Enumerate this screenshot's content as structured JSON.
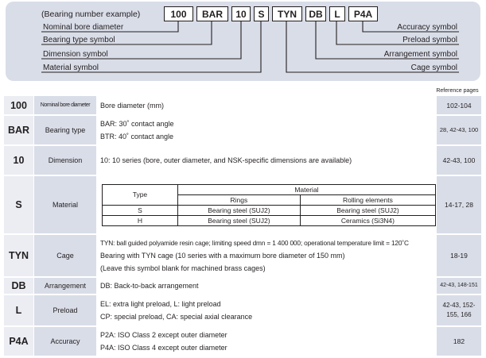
{
  "example": {
    "title": "(Bearing number example)",
    "codes": [
      "100",
      "BAR",
      "10",
      "S",
      "TYN",
      "DB",
      "L",
      "P4A"
    ],
    "left_labels": [
      "Nominal bore diameter",
      "Bearing type symbol",
      "Dimension symbol",
      "Material symbol"
    ],
    "right_labels": [
      "Accuracy symbol",
      "Preload symbol",
      "Arrangement symbol",
      "Cage symbol"
    ]
  },
  "ref_header": "Reference pages",
  "rows": [
    {
      "code": "100",
      "name": "Nominal bore diameter",
      "lines": [
        "Bore diameter (mm)"
      ],
      "ref": "102-104"
    },
    {
      "code": "BAR",
      "name": "Bearing type",
      "lines": [
        "BAR: 30˚ contact angle",
        "BTR: 40˚ contact angle"
      ],
      "ref": "28, 42-43, 100"
    },
    {
      "code": "10",
      "name": "Dimension",
      "lines": [
        "10: 10 series (bore, outer diameter, and NSK-specific dimensions are available)"
      ],
      "ref": "42-43, 100"
    },
    {
      "code": "S",
      "name": "Material",
      "ref": "14-17, 28"
    },
    {
      "code": "TYN",
      "name": "Cage",
      "lines": [
        "TYN: ball guided polyamide resin cage; limiting speed dmn = 1 400 000; operational temperature limit = 120˚C",
        "Bearing with TYN cage (10 series with a maximum bore diameter of 150 mm)",
        "(Leave this symbol blank for machined brass cages)"
      ],
      "ref": "18-19"
    },
    {
      "code": "DB",
      "name": "Arrangement",
      "lines": [
        "DB: Back-to-back arrangement"
      ],
      "ref": "42-43, 148-151"
    },
    {
      "code": "L",
      "name": "Preload",
      "lines": [
        "EL: extra light preload, L: light preload",
        "CP: special preload, CA: special axial clearance"
      ],
      "ref": "42-43, 152-155, 166"
    },
    {
      "code": "P4A",
      "name": "Accuracy",
      "lines": [
        "P2A: ISO Class 2 except outer diameter",
        "P4A: ISO Class 4 except outer diameter"
      ],
      "ref": "182"
    }
  ],
  "material_table": {
    "col_type": "Type",
    "col_material": "Material",
    "col_rings": "Rings",
    "col_rolling": "Rolling elements",
    "rows": [
      {
        "type": "S",
        "rings": "Bearing steel (SUJ2)",
        "rolling": "Bearing steel (SUJ2)"
      },
      {
        "type": "H",
        "rings": "Bearing steel (SUJ2)",
        "rolling": "Ceramics (Si3N4)"
      }
    ]
  }
}
